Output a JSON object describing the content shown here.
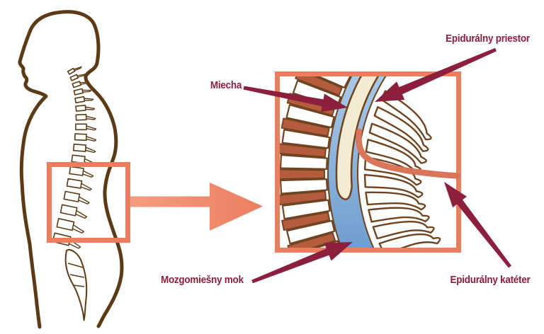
{
  "figure": {
    "annotations": [
      {
        "id": "miecha",
        "label": "Miecha"
      },
      {
        "id": "epiduralny-priestor",
        "label": "Epidurálny priestor"
      },
      {
        "id": "mozgomiesny-mok",
        "label": "Mozgomiešny mok"
      },
      {
        "id": "epiduralny-kateter",
        "label": "Epidurálny katéter"
      }
    ],
    "colors": {
      "maroon": "#8C1F3D",
      "salmon": "#EC7E60",
      "salmon_light": "#F59C80",
      "body_outline": "#5D3A16",
      "detail_outline": "#6F431F",
      "disc": "#B45C3D",
      "csf_blue_top": "#A9C8E6",
      "csf_blue_bottom": "#6E9ECF",
      "cord_cream": "#F4ECD2",
      "catheter": "#D9765A",
      "background": "#FFFFFF"
    }
  }
}
